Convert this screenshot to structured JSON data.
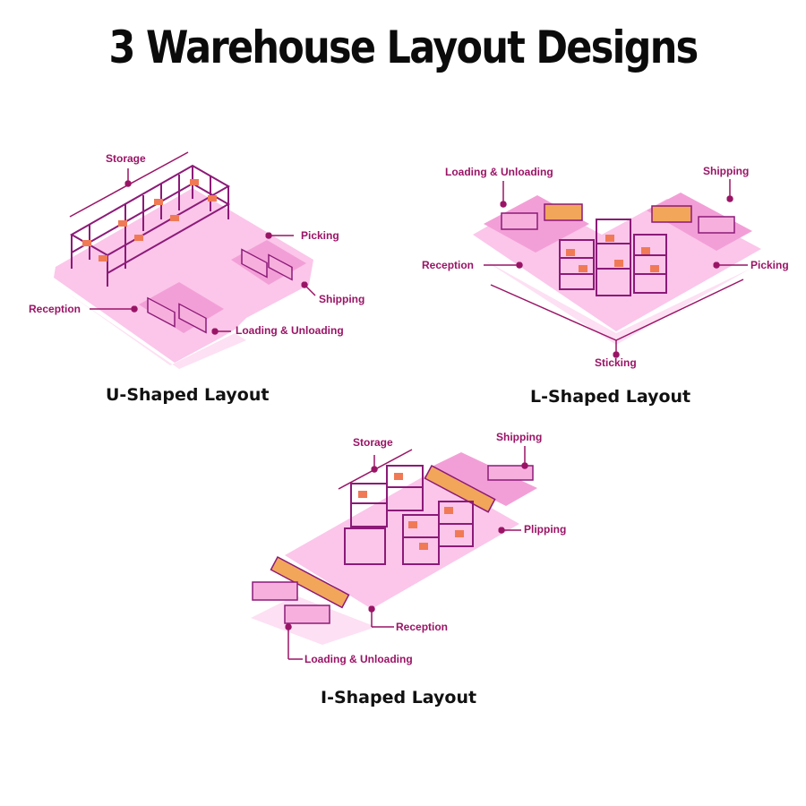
{
  "title": "3 Warehouse Layout Designs",
  "colors": {
    "floor": "#fbc6ea",
    "floor_dark": "#f39fd7",
    "line": "#b0187a",
    "rack": "#8c1a78",
    "box": "#f07a55",
    "accent": "#f2a65a",
    "label": "#9a1466"
  },
  "layouts": [
    {
      "caption": "U-Shaped Layout",
      "labels": {
        "storage": "Storage",
        "picking": "Picking",
        "shipping": "Shipping",
        "reception": "Reception",
        "loading": "Loading & Unloading"
      }
    },
    {
      "caption": "L-Shaped Layout",
      "labels": {
        "loading": "Loading & Unloading",
        "shipping": "Shipping",
        "reception": "Reception",
        "picking": "Picking",
        "stocking": "Sticking"
      }
    },
    {
      "caption": "I-Shaped Layout",
      "labels": {
        "storage": "Storage",
        "shipping": "Shipping",
        "picking": "Plipping",
        "reception": "Reception",
        "loading": "Loading & Unloading"
      }
    }
  ]
}
